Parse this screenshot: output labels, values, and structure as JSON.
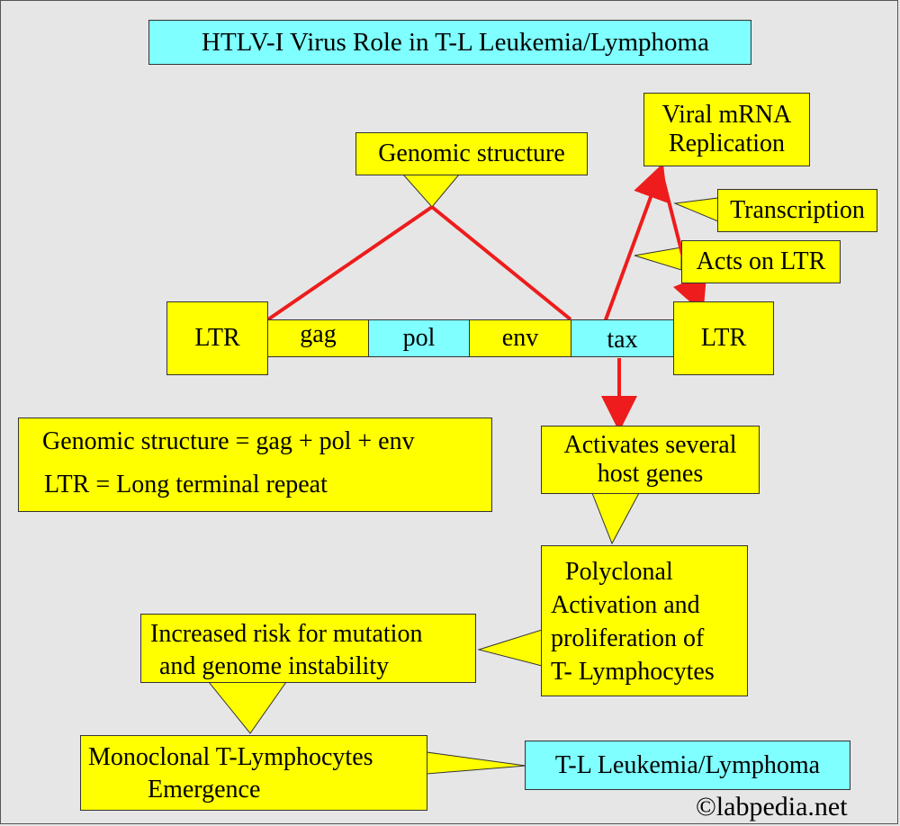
{
  "title": "HTLV-I Virus Role in T-L Leukemia/Lymphoma",
  "callouts": {
    "genomic_structure": "Genomic structure",
    "viral_mrna": [
      "Viral mRNA",
      "Replication"
    ],
    "transcription": "Transcription",
    "acts_on_ltr": "Acts on LTR"
  },
  "genome": {
    "ltr_left": "LTR",
    "gag": "gag",
    "pol": "pol",
    "env": "env",
    "tax": "tax",
    "ltr_right": "LTR"
  },
  "legend": {
    "line1": "Genomic structure = gag + pol + env",
    "line2": "LTR = Long terminal repeat"
  },
  "activates": [
    "Activates several",
    "host genes"
  ],
  "polyclonal": [
    "Polyclonal",
    "Activation and",
    "proliferation of",
    "T- Lymphocytes"
  ],
  "risk": [
    "Increased risk for mutation",
    "and genome instability"
  ],
  "monoclonal": [
    "Monoclonal T-Lymphocytes",
    "Emergence"
  ],
  "outcome": "T-L Leukemia/Lymphoma",
  "copyright": "©labpedia.net",
  "colors": {
    "yellow": "#ffff00",
    "cyan": "#7fffff",
    "arrow": "#ee1c1c"
  }
}
